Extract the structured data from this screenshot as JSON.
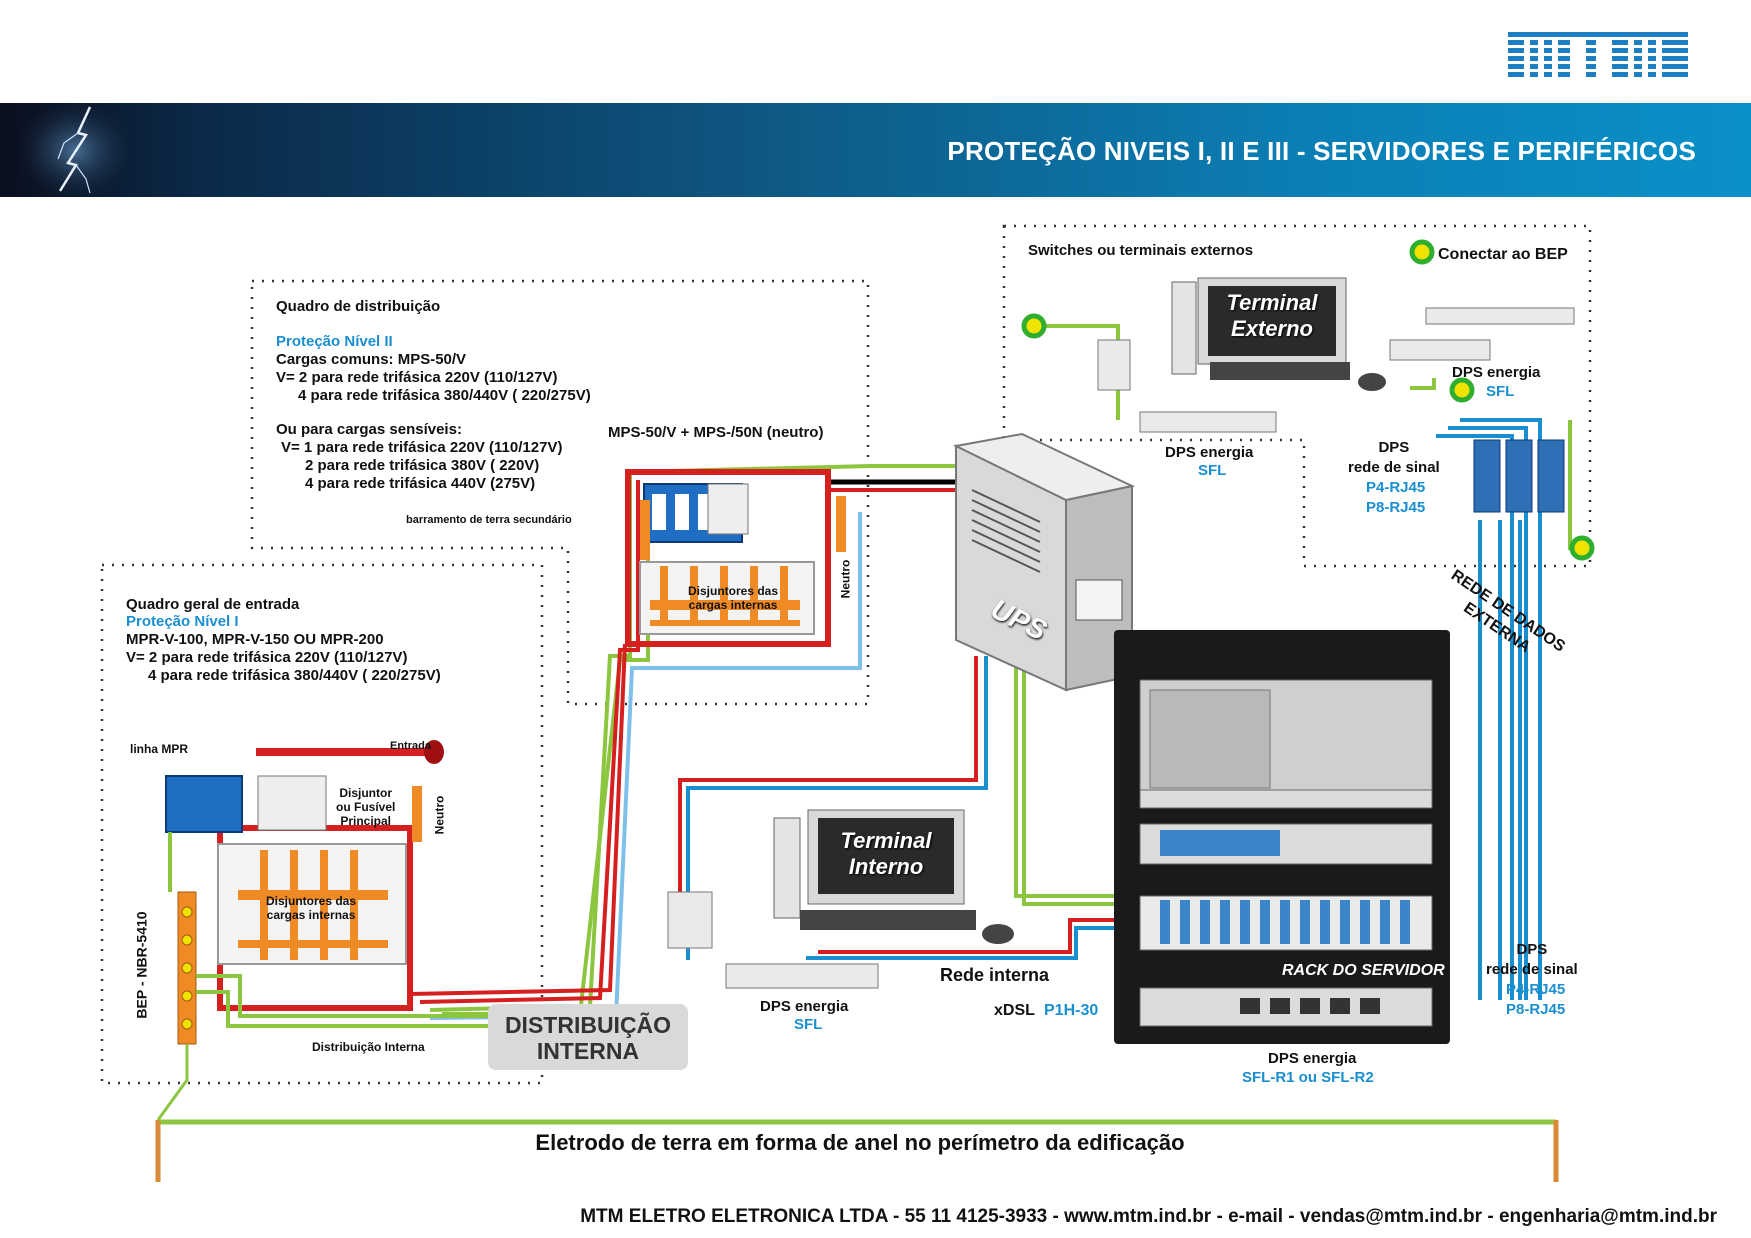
{
  "header": {
    "title": "PROTEÇÃO NIVEIS I, II E III - SERVIDORES E PERIFÉRICOS"
  },
  "colors": {
    "accent_blue": "#1a8fd0",
    "phase_red": "#d62020",
    "ground_green": "#8cc63f",
    "neutral_blue": "#7ec0ea",
    "busbar_orange": "#f08a24",
    "ground_terminal": "#2fae2f"
  },
  "quadro_distribuicao": {
    "title": "Quadro de distribuição",
    "level": "Proteção Nível II",
    "line1": "Cargas comuns: MPS-50/V",
    "line2": "V= 2 para rede trifásica 220V (110/127V)",
    "line3": "4 para rede trifásica 380/440V ( 220/275V)",
    "sensitive_title": "Ou para cargas sensíveis:",
    "sensitive1": "V= 1 para rede trifásica 220V (110/127V)",
    "sensitive2": "2 para rede trifásica 380V ( 220V)",
    "sensitive3": "4 para rede trifásica 440V (275V)",
    "busbar_label": "barramento de terra secundário",
    "device_label": "MPS-50/V + MPS-/50N (neutro)",
    "breakers_label": "Disjuntores das\ncargas internas",
    "neutral_label": "Neutro"
  },
  "quadro_geral": {
    "title": "Quadro geral de entrada",
    "level": "Proteção Nível I",
    "models": "MPR-V-100, MPR-V-150 OU MPR-200",
    "line1": "V= 2 para rede trifásica 220V (110/127V)",
    "line2": "4 para rede trifásica 380/440V ( 220/275V)",
    "mpr_line": "linha MPR",
    "entrada": "Entrada",
    "main_breaker": "Disjuntor\nou Fusível\nPrincipal",
    "breakers_label": "Disjuntores das\ncargas internas",
    "neutral_label": "Neutro",
    "bep": "BEP - NBR-5410",
    "dist_interna": "Distribuição Interna",
    "dist_box": "DISTRIBUIÇÃO\nINTERNA"
  },
  "externos": {
    "title": "Switches ou terminais externos",
    "bep_connect": "Conectar ao BEP",
    "terminal": "Terminal\nExterno",
    "dps1": "DPS energia",
    "dps1_model": "SFL",
    "dps2": "DPS energia",
    "dps2_model": "SFL",
    "dps_signal": "DPS\nrede de sinal",
    "dps_signal_models": "P4-RJ45\nP8-RJ45",
    "rede_externa": "REDE DE DADOS\nEXTERNA"
  },
  "ups": {
    "label": "UPS"
  },
  "interno": {
    "terminal": "Terminal\nInterno",
    "dps": "DPS energia",
    "dps_model": "SFL",
    "rede_interna": "Rede interna",
    "xdsl": "xDSL",
    "xdsl_model": "P1H-30"
  },
  "rack": {
    "label": "RACK DO SERVIDOR",
    "dps_signal": "DPS\nrede de sinal",
    "dps_signal_models": "P4-RJ45\nP8-RJ45",
    "dps_energy": "DPS energia",
    "dps_energy_models": "SFL-R1 ou SFL-R2"
  },
  "ground": {
    "label": "Eletrodo de terra em forma de anel no perímetro da edificação"
  },
  "footer": {
    "text": "MTM ELETRO ELETRONICA LTDA - 55 11 4125-3933 - www.mtm.ind.br - e-mail - vendas@mtm.ind.br - engenharia@mtm.ind.br"
  },
  "icons": [
    "mtm-logo",
    "lightning-icon",
    "computer-icon",
    "ground-terminal-icon",
    "ups-icon",
    "server-rack-icon"
  ]
}
